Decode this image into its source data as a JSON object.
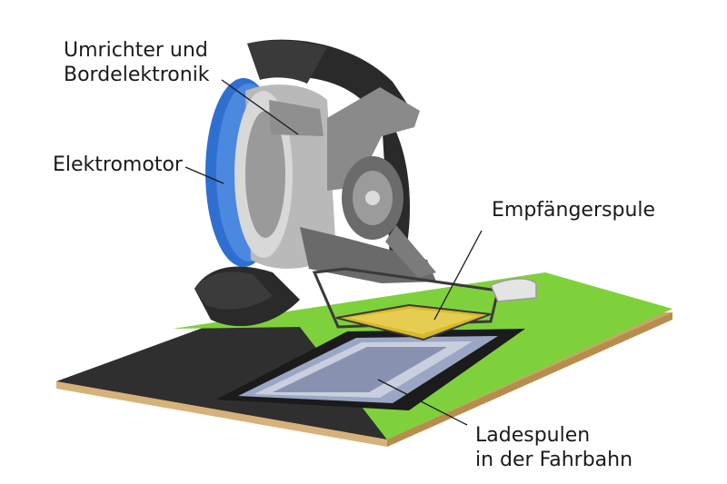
{
  "labels": {
    "inverter_line1": "Umrichter und",
    "inverter_line2": "Bordelektronik",
    "motor": "Elektromotor",
    "receiver_coil": "Empfängerspule",
    "road_coils_line1": "Ladespulen",
    "road_coils_line2": "in der Fahrbahn"
  },
  "colors": {
    "road_green": "#7fd13b",
    "road_dark": "#2f2f2f",
    "road_edge": "#c8a46a",
    "motor_blue": "#2f6fd0",
    "tire": "#2a2a2a",
    "metal": "#8a8a8a",
    "coil_yellow": "#d8b92a"
  }
}
